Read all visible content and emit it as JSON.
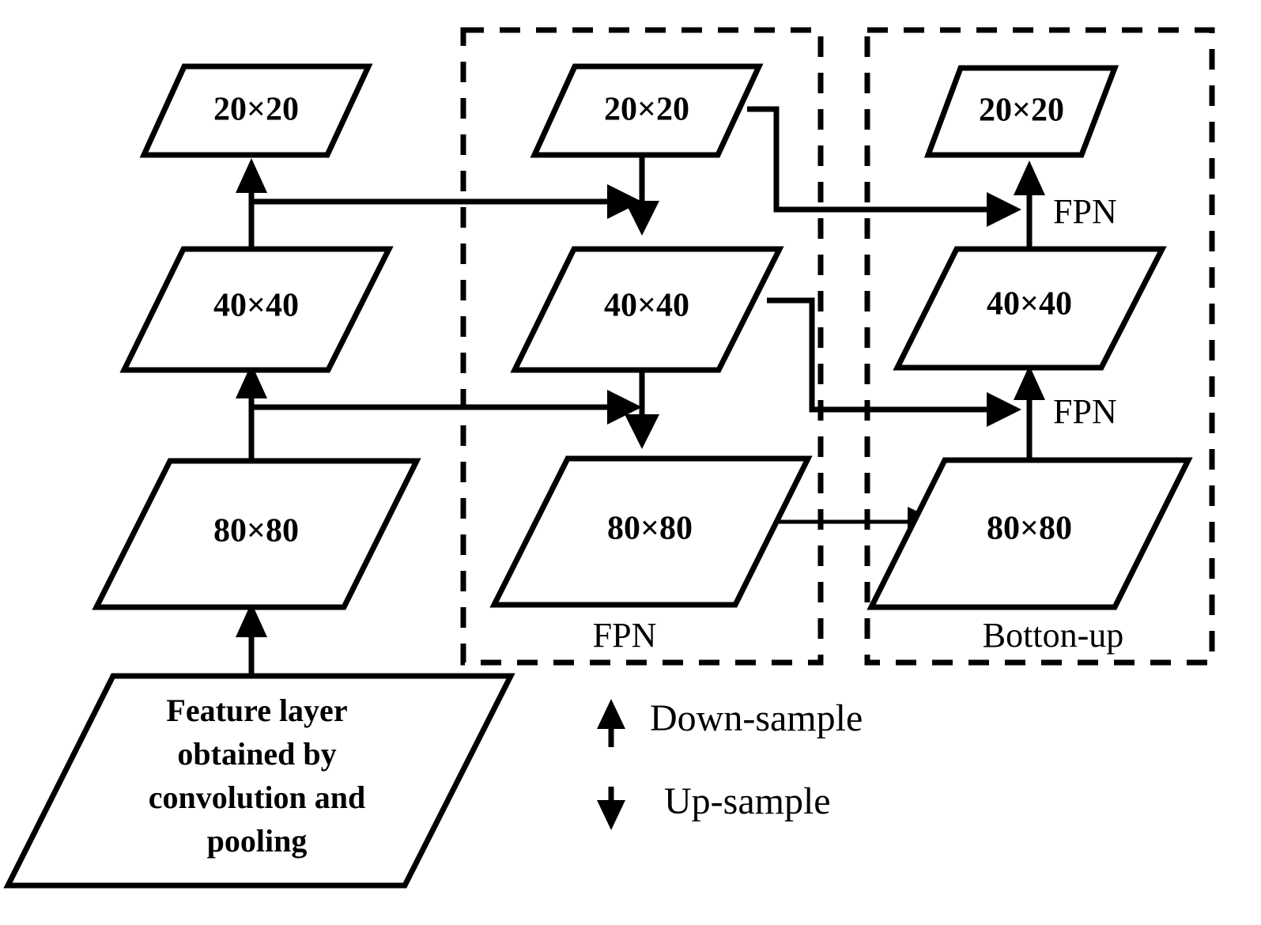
{
  "diagram": {
    "title_text": "",
    "nodes": {
      "backbone": [
        {
          "id": "bb-20",
          "label": "20×20"
        },
        {
          "id": "bb-40",
          "label": "40×40"
        },
        {
          "id": "bb-80",
          "label": "80×80"
        }
      ],
      "fpn": [
        {
          "id": "fpn-20",
          "label": "20×20"
        },
        {
          "id": "fpn-40",
          "label": "40×40"
        },
        {
          "id": "fpn-80",
          "label": "80×80"
        }
      ],
      "bottom_up": [
        {
          "id": "bu-20",
          "label": "20×20"
        },
        {
          "id": "bu-40",
          "label": "40×40"
        },
        {
          "id": "bu-80",
          "label": "80×80"
        }
      ],
      "input": {
        "id": "feature-layer",
        "lines": [
          "Feature layer",
          "obtained by",
          "convolution and",
          "pooling"
        ]
      }
    },
    "groups": [
      {
        "id": "group-fpn",
        "label": "FPN"
      },
      {
        "id": "group-bottom-up",
        "label": "Botton-up"
      }
    ],
    "side_labels": [
      {
        "id": "fpn-label-top",
        "text": "FPN"
      },
      {
        "id": "fpn-label-mid",
        "text": "FPN"
      }
    ],
    "legend": [
      {
        "id": "legend-down-sample",
        "icon": "arrow-up-icon",
        "label": "Down-sample"
      },
      {
        "id": "legend-up-sample",
        "icon": "arrow-down-icon",
        "label": "Up-sample"
      }
    ],
    "colors": {
      "stroke": "#000000",
      "fill": "#ffffff",
      "background": "#ffffff"
    }
  }
}
